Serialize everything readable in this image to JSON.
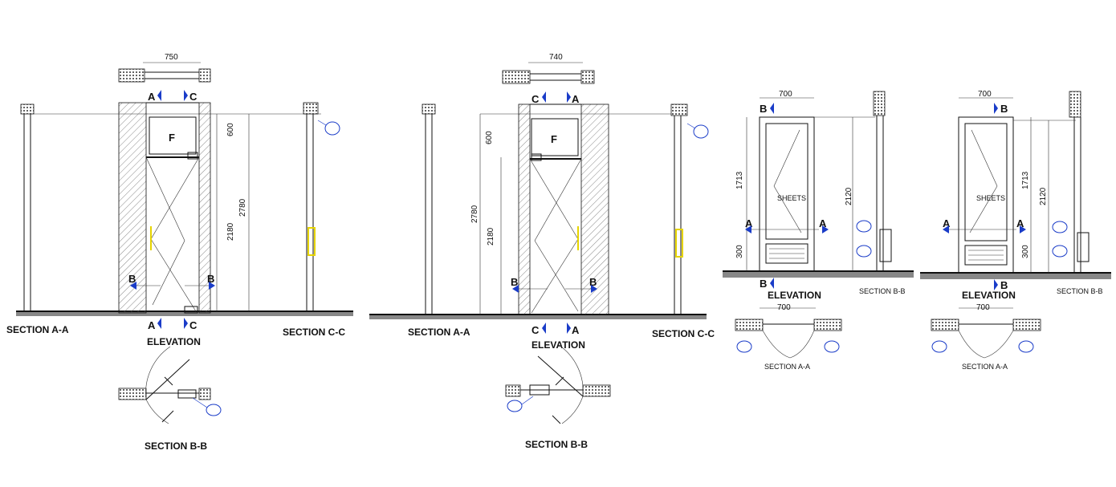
{
  "drawing_1": {
    "width_dim": "750",
    "top_dim": "600",
    "mid_dim": "2180",
    "total_dim": "2780",
    "panel_letter": "F",
    "sec_a_top": "A",
    "sec_c_top": "C",
    "sec_b_left": "B",
    "sec_b_right": "B",
    "sec_a_bot": "A",
    "sec_c_bot": "C",
    "elevation_label": "ELEVATION",
    "section_aa_label": "SECTION A-A",
    "section_cc_label": "SECTION C-C",
    "section_bb_label": "SECTION B-B"
  },
  "drawing_2": {
    "width_dim": "740",
    "top_dim": "600",
    "mid_dim": "2180",
    "total_dim": "2780",
    "panel_letter": "F",
    "sec_c_top": "C",
    "sec_a_top": "A",
    "sec_b_left": "B",
    "sec_b_right": "B",
    "sec_c_bot": "C",
    "sec_a_bot": "A",
    "elevation_label": "ELEVATION",
    "section_aa_label": "SECTION A-A",
    "section_cc_label": "SECTION C-C",
    "section_bb_label": "SECTION B-B"
  },
  "drawing_3": {
    "width_dim": "700",
    "height_dim": "1713",
    "bottom_dim": "300",
    "total_dim": "2120",
    "sheets_label": "SHEETS",
    "sec_b_top": "B",
    "sec_a_left": "A",
    "sec_a_right": "A",
    "sec_b_bot": "B",
    "elevation_label": "ELEVATION",
    "plan_width_dim": "700",
    "section_bb_label": "SECTION B-B",
    "section_aa_label": "SECTION A-A"
  },
  "drawing_4": {
    "width_dim": "700",
    "height_dim": "1713",
    "bottom_dim": "300",
    "total_dim": "2120",
    "sheets_label": "SHEETS",
    "sec_b_top": "B",
    "sec_a_left": "A",
    "sec_a_right": "A",
    "sec_b_bot": "B",
    "elevation_label": "ELEVATION",
    "plan_width_dim": "700",
    "section_bb_label": "SECTION B-B",
    "section_aa_label": "SECTION A-A"
  },
  "colors": {
    "line": "#111111",
    "section_marker": "#1a3cc8",
    "handle_highlight": "#e6d400",
    "background": "#ffffff"
  }
}
